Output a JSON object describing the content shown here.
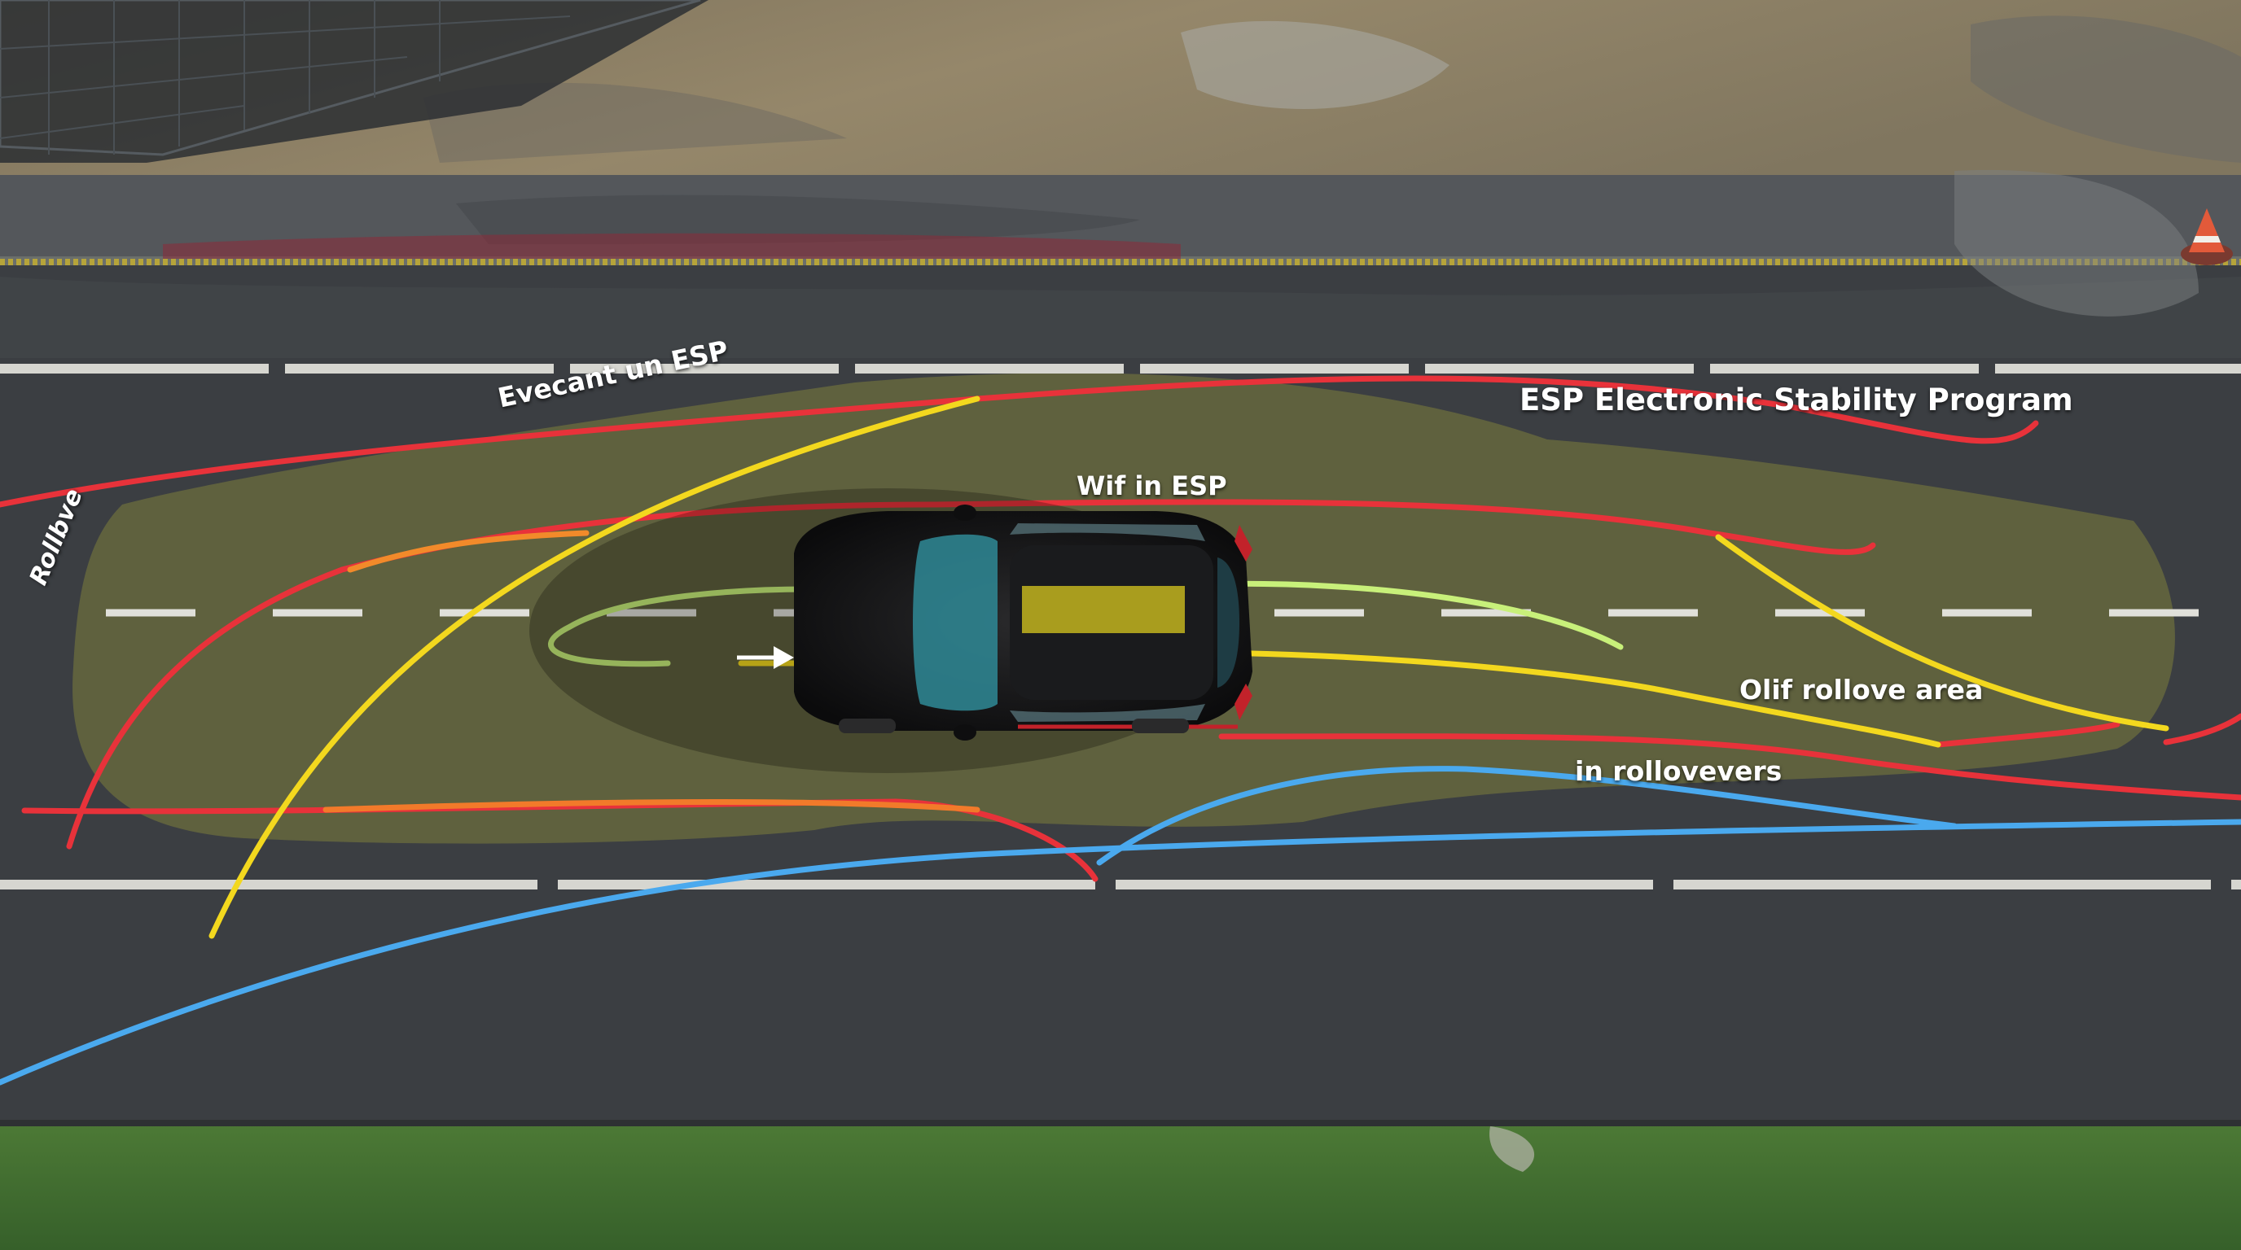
{
  "labels": {
    "title": "ESP Electronic Stability Program",
    "without_esp": "Evecant un ESP",
    "with_esp": "Wif in ESP",
    "rollover_side": "Rollbve",
    "rollover_area": "Olif rollove area",
    "rollovers": "in  rollovevers"
  },
  "colors": {
    "asphalt": "#3b3e42",
    "red_path": "#e8323a",
    "yellow_path": "#f3d81e",
    "green_path": "#c8f07a",
    "blue_path": "#4aa9ee",
    "rollover_zone": "#9a9a3a",
    "grass": "#3f6b2e",
    "dirt": "#8c7e62"
  },
  "icons": {
    "car": "car-topview-icon",
    "cone": "traffic-cone-icon",
    "arrow": "direction-arrow-icon"
  }
}
